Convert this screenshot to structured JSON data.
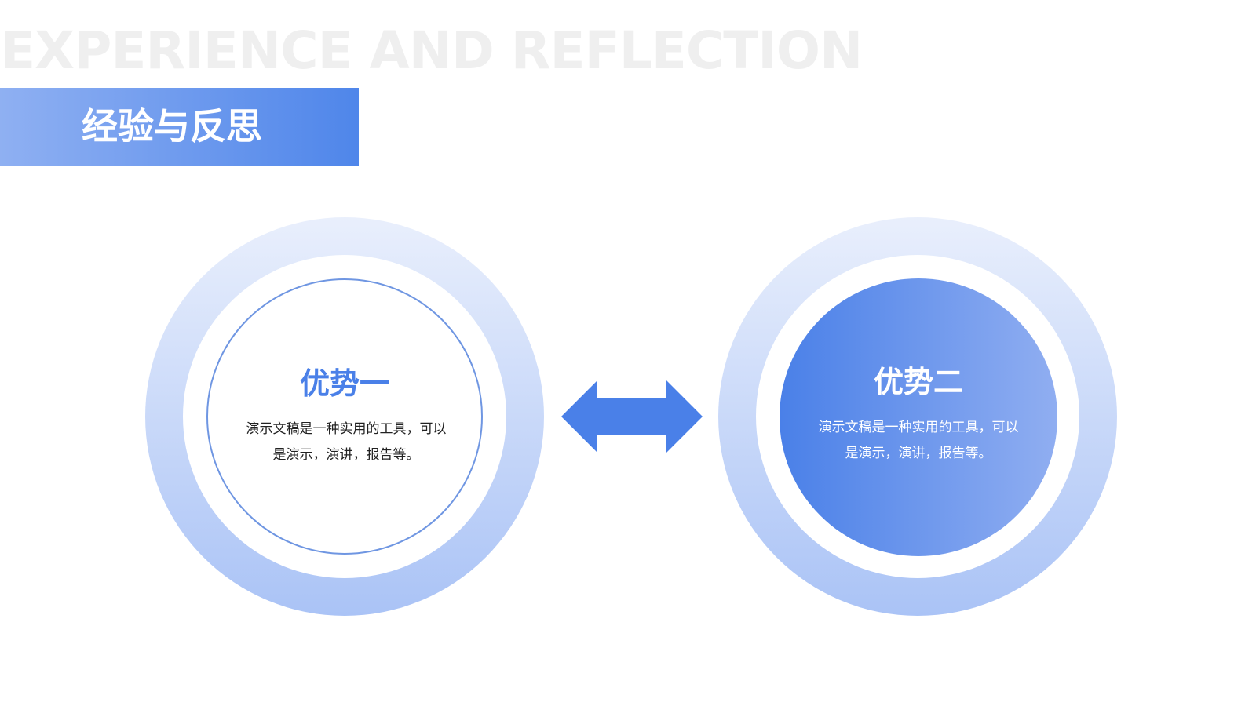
{
  "background_title": "EXPERIENCE AND REFLECTION",
  "title": "经验与反思",
  "left": {
    "heading": "优势一",
    "line1": "演示文稿是一种实用的工具，可以",
    "line2": "是演示，演讲，报告等。"
  },
  "right": {
    "heading": "优势二",
    "line1": "演示文稿是一种实用的工具，可以",
    "line2": "是演示，演讲，报告等。"
  },
  "colors": {
    "accent": "#4a80e8",
    "accent_light": "#90aef1",
    "ring_top": "#e9effc",
    "ring_bottom": "#aac3f6"
  },
  "icons": {
    "connector": "double-arrow-icon"
  }
}
